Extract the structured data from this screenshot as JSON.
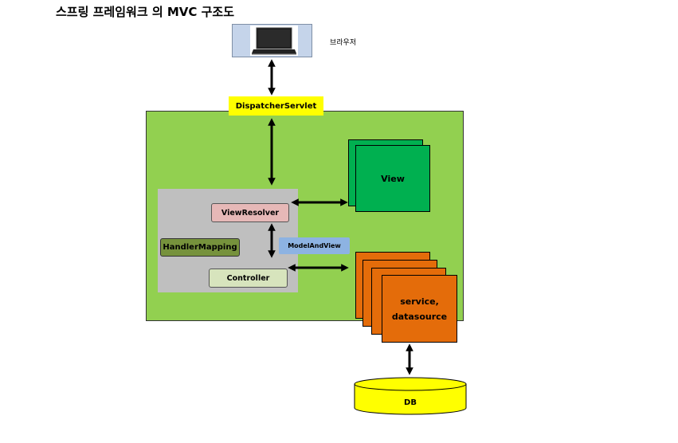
{
  "title": "스프링 프레임워크 의 MVC 구조도",
  "browser": {
    "label": "브라우저",
    "icon": "laptop-icon"
  },
  "dispatcher": {
    "label": "DispatcherServlet"
  },
  "view": {
    "label": "View"
  },
  "view_resolver": {
    "label": "ViewResolver"
  },
  "handler_mapping": {
    "label": "HandlerMapping"
  },
  "model_and_view": {
    "label": "ModelAndView"
  },
  "controller": {
    "label": "Controller"
  },
  "service": {
    "line1": "service,",
    "line2": "datasource"
  },
  "db": {
    "label": "DB"
  },
  "colors": {
    "panel_green": "#92d050",
    "panel_gray": "#bfbfbf",
    "dispatcher_yellow": "#ffff00",
    "view_green": "#00b050",
    "view_resolver_pink": "#e6b8b7",
    "handler_mapping_olive": "#76923c",
    "model_and_view_blue": "#8db3e2",
    "controller_light_green": "#d7e4bd",
    "service_orange": "#e46c0a",
    "db_yellow": "#ffff00"
  }
}
